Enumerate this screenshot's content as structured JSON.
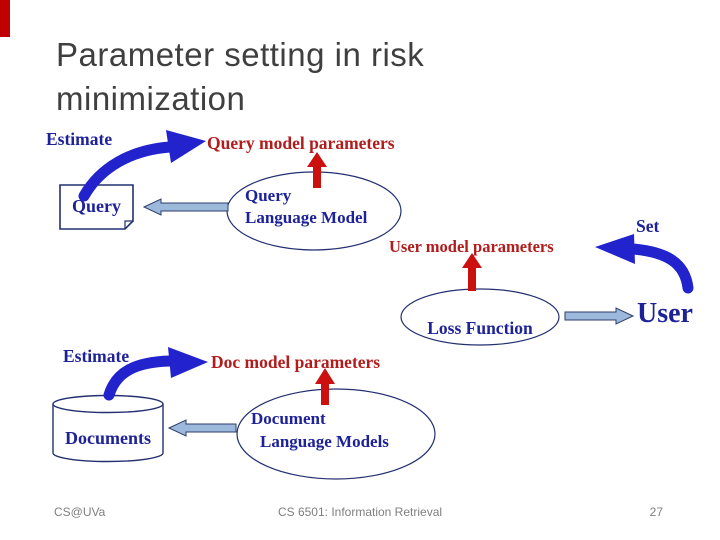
{
  "title": "Parameter setting in risk minimization",
  "diagram": {
    "query_row": {
      "estimate_label": "Estimate",
      "params_label": "Query model parameters",
      "source_label": "Query",
      "model_line1": "Query",
      "model_line2": "Language Model"
    },
    "user_row": {
      "params_label": "User model parameters",
      "set_label": "Set",
      "loss_label": "Loss Function",
      "user_label": "User"
    },
    "doc_row": {
      "estimate_label": "Estimate",
      "params_label": "Doc model parameters",
      "source_label": "Documents",
      "model_line1": "Document",
      "model_line2": "Language Models"
    }
  },
  "footer": {
    "left": "CS@UVa",
    "center": "CS 6501: Information Retrieval",
    "page_number": "27"
  },
  "colors": {
    "accent_bar_red": "#c00000",
    "label_red": "#b21c1c",
    "label_navy": "#1e2298",
    "arrow_blue": "#2323cd",
    "arrow_red": "#cc0f0f",
    "block_arrow_fill": "#9cb8da",
    "block_arrow_stroke": "#2e3e6e",
    "shape_stroke": "#233070",
    "title_gray": "#3f3f3f",
    "footer_gray": "#7f7f7f"
  }
}
